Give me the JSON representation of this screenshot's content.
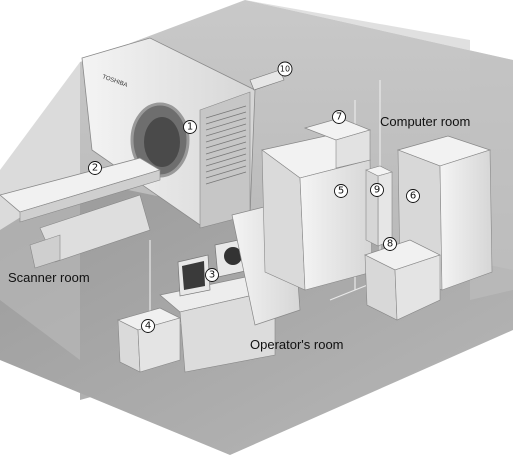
{
  "labels": {
    "scanner_room": "Scanner room",
    "operators_room": "Operator's room",
    "computer_room": "Computer room"
  },
  "markers": {
    "m1": "1",
    "m2": "2",
    "m3": "3",
    "m4": "4",
    "m5": "5",
    "m6": "6",
    "m7": "7",
    "m8": "8",
    "m9": "9",
    "m10": "10"
  },
  "gantry_logo": "TOSHIBA"
}
